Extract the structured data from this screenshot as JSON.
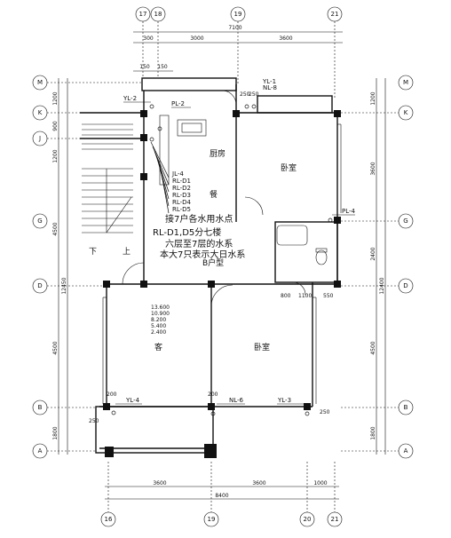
{
  "axes": {
    "top": [
      "17",
      "18",
      "19",
      "21"
    ],
    "bottom": [
      "16",
      "19",
      "20",
      "21"
    ],
    "left": [
      "M",
      "K",
      "J",
      "G",
      "D",
      "B",
      "A"
    ],
    "right": [
      "M",
      "K",
      "G",
      "D",
      "B",
      "A"
    ]
  },
  "dimensions": {
    "top_total": "7100",
    "top_segments": [
      "300",
      "3000",
      "3600"
    ],
    "top_small": [
      "150",
      "150"
    ],
    "bottom_total": "8400",
    "bottom_segments": [
      "3600",
      "3600",
      "1000"
    ],
    "left": [
      "1200",
      "900",
      "1200",
      "4500",
      "12450",
      "4500",
      "1800"
    ],
    "right": [
      "1200",
      "3600",
      "2400",
      "12400",
      "4500",
      "1800"
    ],
    "inner": [
      "800",
      "1100",
      "550",
      "200",
      "200",
      "250",
      "250",
      "250",
      "250"
    ]
  },
  "pipe_labels": {
    "yl2": "YL-2",
    "pl2": "PL-2",
    "yl1": "YL-1",
    "nl8": "NL-8",
    "list": [
      "JL-4",
      "RL-D1",
      "RL-D2",
      "RL-D3",
      "RL-D4",
      "RL-D5"
    ],
    "pl4": "PL-4",
    "yl4": "YL-4",
    "nl6": "NL-6",
    "yl3": "YL-3"
  },
  "rooms": {
    "kitchen": "厨房",
    "dining": "餐",
    "bedroom_top": "卧室",
    "living": "客",
    "bedroom_bottom": "卧室",
    "type": "B户型"
  },
  "notes": {
    "line1": "接7户各水用水点",
    "line2": "RL-D1,D5分七楼",
    "line3": "六层至7层的水系",
    "line4": "本大7只表示大日水系"
  },
  "elevations": [
    "13.600",
    "10.900",
    "8.200",
    "5.400",
    "2.400"
  ],
  "stair": {
    "down": "下",
    "up": "上"
  }
}
